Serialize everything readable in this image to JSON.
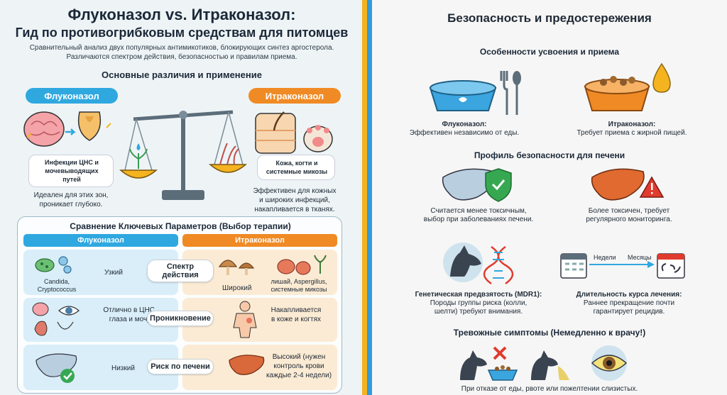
{
  "title": "Флуконазол vs. Итраконазол:",
  "subtitle": "Гид по противогрибковым средствам для питомцев",
  "intro": [
    "Сравнительный анализ двух популярных антимикотиков, блокирующих синтез аргостерола.",
    "Различаются спектром действия, безопасностью и правилам приема."
  ],
  "differences": {
    "heading": "Основные различия и применение",
    "flu": {
      "label": "Флуконазол",
      "bubble": [
        "Инфекции ЦНС и",
        "мочевыводящих",
        "путей"
      ],
      "desc": [
        "Идеален для этих зон,",
        "проникает глубоко."
      ]
    },
    "itra": {
      "label": "Итраконазол",
      "bubble": [
        "Кожа, когти и",
        "системные микозы"
      ],
      "desc": [
        "Эффективен для кожных",
        "и широких инфекций,",
        "накапливается в тканях."
      ]
    }
  },
  "comparison": {
    "heading": "Сравнение Ключевых Параметров (Выбор терапии)",
    "col_flu": "Флуконазол",
    "col_itra": "Итраконазол",
    "rows": [
      {
        "param": [
          "Спектр",
          "действия"
        ],
        "flu_icon_label": [
          "Candida,",
          "Cryptococcus"
        ],
        "flu": [
          "Узкий"
        ],
        "itra_icon_label": [
          "лишай, Aspergillus,",
          "системные микозы"
        ],
        "itra": [
          "Широкий"
        ]
      },
      {
        "param": [
          "Проникновение"
        ],
        "flu": [
          "Отлично в ЦНС,",
          "глаза и мочу"
        ],
        "itra": [
          "Накапливается",
          "в коже и когтях"
        ]
      },
      {
        "param": [
          "Риск по печени"
        ],
        "flu": [
          "Низкий"
        ],
        "itra": [
          "Высокий (нужен",
          "контроль крови",
          "каждые 2-4 недели)"
        ]
      }
    ]
  },
  "safety": {
    "heading": "Безопасность и предостережения",
    "intake": {
      "heading": "Особенности усвоения и приема",
      "flu": {
        "title": "Флуконазол:",
        "text": "Эффективен независимо от еды."
      },
      "itra": {
        "title": "Итраконазол:",
        "text": "Требует приема с жирной пищей."
      }
    },
    "liver": {
      "heading": "Профиль безопасности для печени",
      "flu": [
        "Считается менее токсичным,",
        "выбор при заболеваниях печени."
      ],
      "itra": [
        "Более токсичен, требует",
        "регулярного мониторинга."
      ]
    },
    "genetic": {
      "title": "Генетическая предвзятость (MDR1):",
      "text": [
        "Породы группы риска (колли,",
        "шелти) требуют внимания."
      ]
    },
    "duration": {
      "weeks": "Недели",
      "months": "Месяцы",
      "title": "Длительность курса лечения:",
      "text": [
        "Раннее прекращение почти",
        "гарантирует рецидив."
      ]
    },
    "alarm": {
      "heading": "Тревожные симптомы (Немедленно к врачу!)",
      "text": "При отказе от еды, рвоте или пожелтении слизистых."
    }
  },
  "colors": {
    "flu_blue": "#2fa8e0",
    "itra_orange": "#f08a24",
    "danger_red": "#e03b2e",
    "ok_green": "#36a852"
  }
}
